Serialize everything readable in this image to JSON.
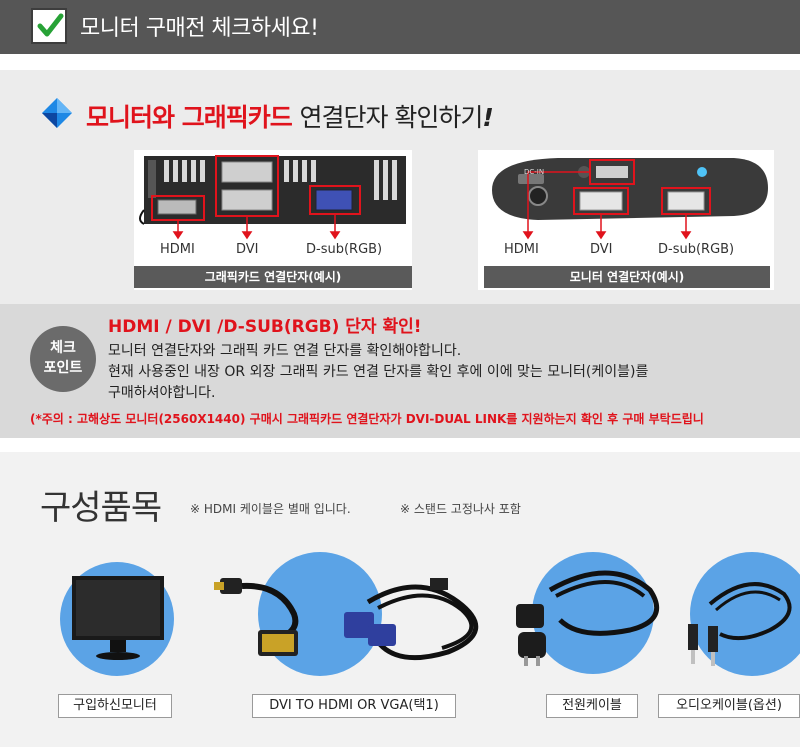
{
  "header": {
    "title": "모니터 구매전 체크하세요!",
    "check_icon": "check-mark-icon"
  },
  "connector": {
    "title_red": "모니터와 그래픽카드",
    "title_dark": "연결단자 확인하기",
    "title_mark": "!",
    "graphics_card": {
      "ports": [
        "HDMI",
        "DVI",
        "D-sub(RGB)"
      ],
      "caption": "그래픽카드 연결단자(예시)"
    },
    "monitor": {
      "ports": [
        "HDMI",
        "DVI",
        "D-sub(RGB)"
      ],
      "caption": "모니터 연결단자(예시)",
      "jack_label": "DC-IN"
    },
    "highlight_color": "#e0131c"
  },
  "checkpoint": {
    "badge": [
      "체크",
      "포인트"
    ],
    "heading": "HDMI / DVI /D-SUB(RGB) 단자 확인!",
    "lines": [
      "모니터 연결단자와 그래픽 카드 연결 단자를 확인해야합니다.",
      "현재  사용중인 내장 OR 외장 그래픽 카드 연결 단자를 확인 후에 이에 맞는 모니터(케이블)를",
      "구매하셔야합니다."
    ],
    "warning": "(*주의 : 고해상도 모니터(2560X1440) 구매시 그래픽카드 연결단자가  DVI-DUAL LINK를 지원하는지 확인 후 구매 부탁드립니"
  },
  "components": {
    "title": "구성품목",
    "notes": [
      "※ HDMI 케이블은 별매 입니다.",
      "※ 스탠드 고정나사 포함"
    ],
    "items": [
      {
        "label": "구입하신모니터",
        "icon": "monitor-icon"
      },
      {
        "label": "DVI TO HDMI OR VGA(택1)",
        "icon": "cable-adapter-icon"
      },
      {
        "label": "전원케이블",
        "icon": "power-cable-icon"
      },
      {
        "label": "오디오케이블(옵션)",
        "icon": "audio-cable-icon"
      }
    ],
    "circle_color": "#5ba3e6"
  }
}
